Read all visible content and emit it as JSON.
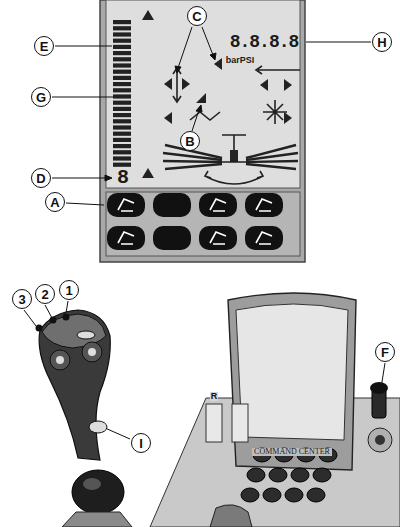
{
  "diagram": {
    "labels": [
      "A",
      "B",
      "C",
      "D",
      "E",
      "F",
      "G",
      "H",
      "I",
      "1",
      "2",
      "3",
      "8.8.8.8",
      "barPSI",
      "8",
      "COMMAND CENTER",
      "R"
    ]
  }
}
